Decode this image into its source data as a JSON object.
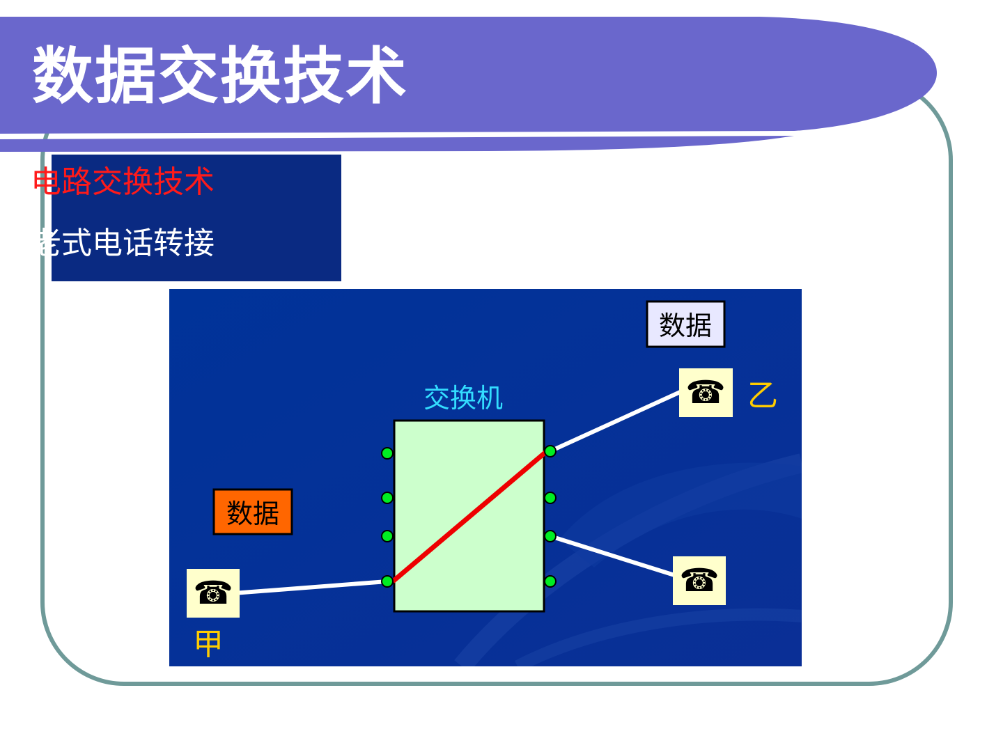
{
  "title": "数据交换技术",
  "panel": {
    "heading": "电路交换技术",
    "subheading": "老式电话转接"
  },
  "diagram": {
    "switch_label": "交换机",
    "data_label_top": "数据",
    "data_label_left": "数据",
    "caller_label": "甲",
    "callee_label": "乙",
    "phone_glyph": "☎"
  },
  "colors": {
    "title_banner": "#6a67cc",
    "frame": "#6f9a99",
    "panel_bg": "#0a2a82",
    "heading_red": "#ff1a1a",
    "diagram_bg": "#003399",
    "switch_fill": "#ccffcc",
    "port_green": "#00ee22",
    "active_line": "#ee0000",
    "data_box_orange": "#ff6600",
    "data_box_light": "#e8e8ff",
    "phone_box": "#ffffcc",
    "cyan_label": "#33ddff",
    "yellow_label": "#ffcc00"
  },
  "icons": [
    "telephone-icon"
  ]
}
